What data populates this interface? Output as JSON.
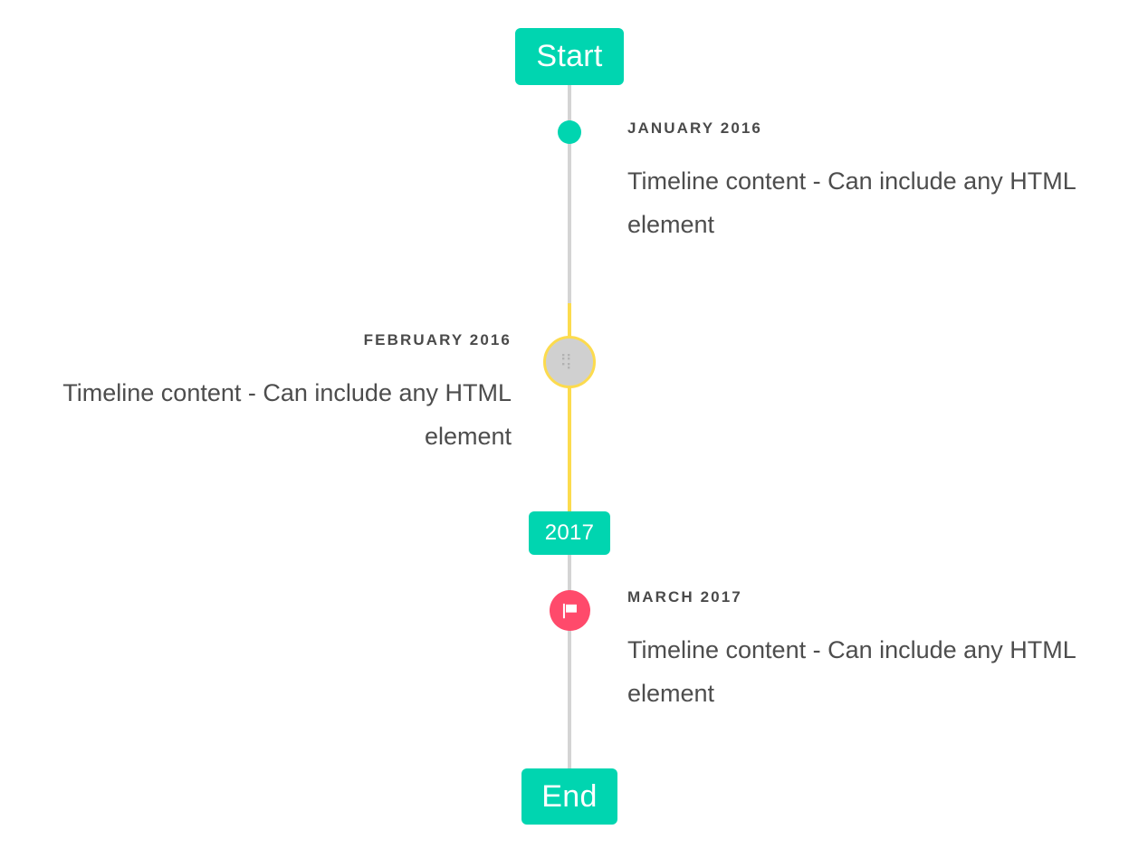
{
  "timeline": {
    "start_label": "Start",
    "end_label": "End",
    "year_marker_label": "2017",
    "colors": {
      "accent_teal": "#00d5b0",
      "axis_gray": "#d4d4d4",
      "highlight_yellow": "#fcdb4e",
      "flag_pink": "#ff4a6b",
      "placeholder_gray": "#d0d0d0",
      "text_dark": "#4d4d4d"
    },
    "entries": [
      {
        "date": "JANUARY 2016",
        "body": "Timeline content - Can include any HTML element",
        "side": "right",
        "marker": "dot-icon"
      },
      {
        "date": "FEBRUARY 2016",
        "body": "Timeline content - Can include any HTML element",
        "side": "left",
        "marker": "broken-image-icon"
      },
      {
        "date": "MARCH 2017",
        "body": "Timeline content - Can include any HTML element",
        "side": "right",
        "marker": "flag-icon"
      }
    ]
  }
}
